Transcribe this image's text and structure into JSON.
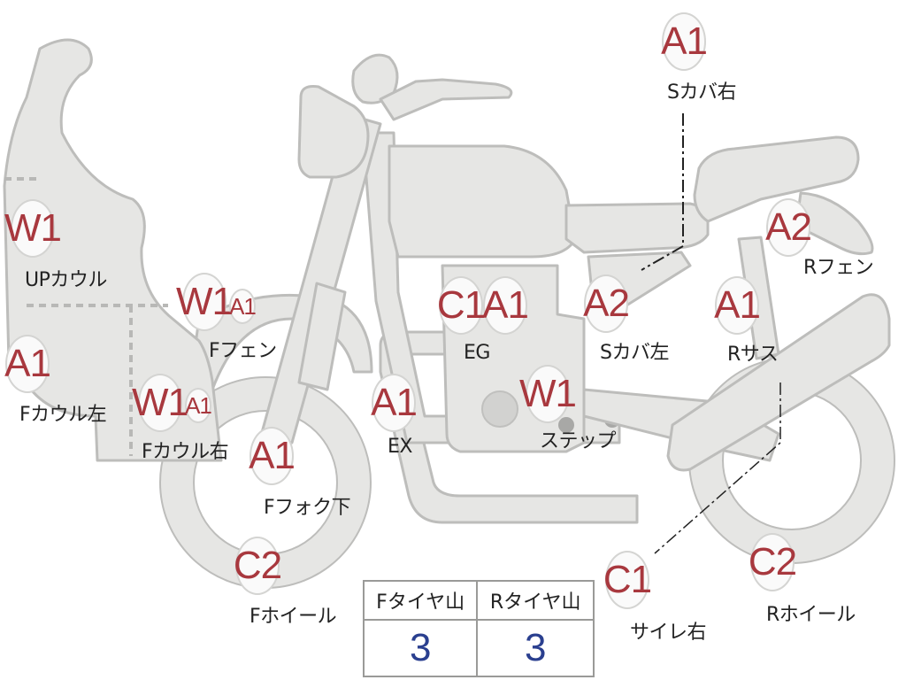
{
  "parts": {
    "up_cowl": {
      "code": "W1",
      "name": "UPカウル"
    },
    "f_cowl_left": {
      "code": "A1",
      "name": "Fカウル左"
    },
    "f_cowl_right": {
      "code": "W1",
      "code2": "A1",
      "name": "Fカウル右"
    },
    "f_fender": {
      "code": "W1",
      "code2": "A1",
      "name": "Fフェン"
    },
    "f_fork_lower": {
      "code": "A1",
      "name": "Fフォク下"
    },
    "f_wheel": {
      "code": "C2",
      "name": "Fホイール"
    },
    "exhaust": {
      "code": "A1",
      "name": "EX"
    },
    "engine": {
      "code": "C1",
      "code2": "A1",
      "name": "EG"
    },
    "step": {
      "code": "W1",
      "name": "ステップ"
    },
    "side_cover_left": {
      "code": "A2",
      "name": "Sカバ左"
    },
    "side_cover_right": {
      "code": "A1",
      "name": "Sカバ右"
    },
    "r_suspension": {
      "code": "A1",
      "name": "Rサス"
    },
    "r_fender": {
      "code": "A2",
      "name": "Rフェン"
    },
    "silencer_right": {
      "code": "C1",
      "name": "サイレ右"
    },
    "r_wheel": {
      "code": "C2",
      "name": "Rホイール"
    }
  },
  "tire_table": {
    "headers": [
      "Fタイヤ山",
      "Rタイヤ山"
    ],
    "values": [
      "3",
      "3"
    ]
  },
  "colors": {
    "code": "#a8383e",
    "table_value": "#2a3f8f",
    "part_fill": "#e6e6e4",
    "part_stroke": "#bdbdbb"
  }
}
